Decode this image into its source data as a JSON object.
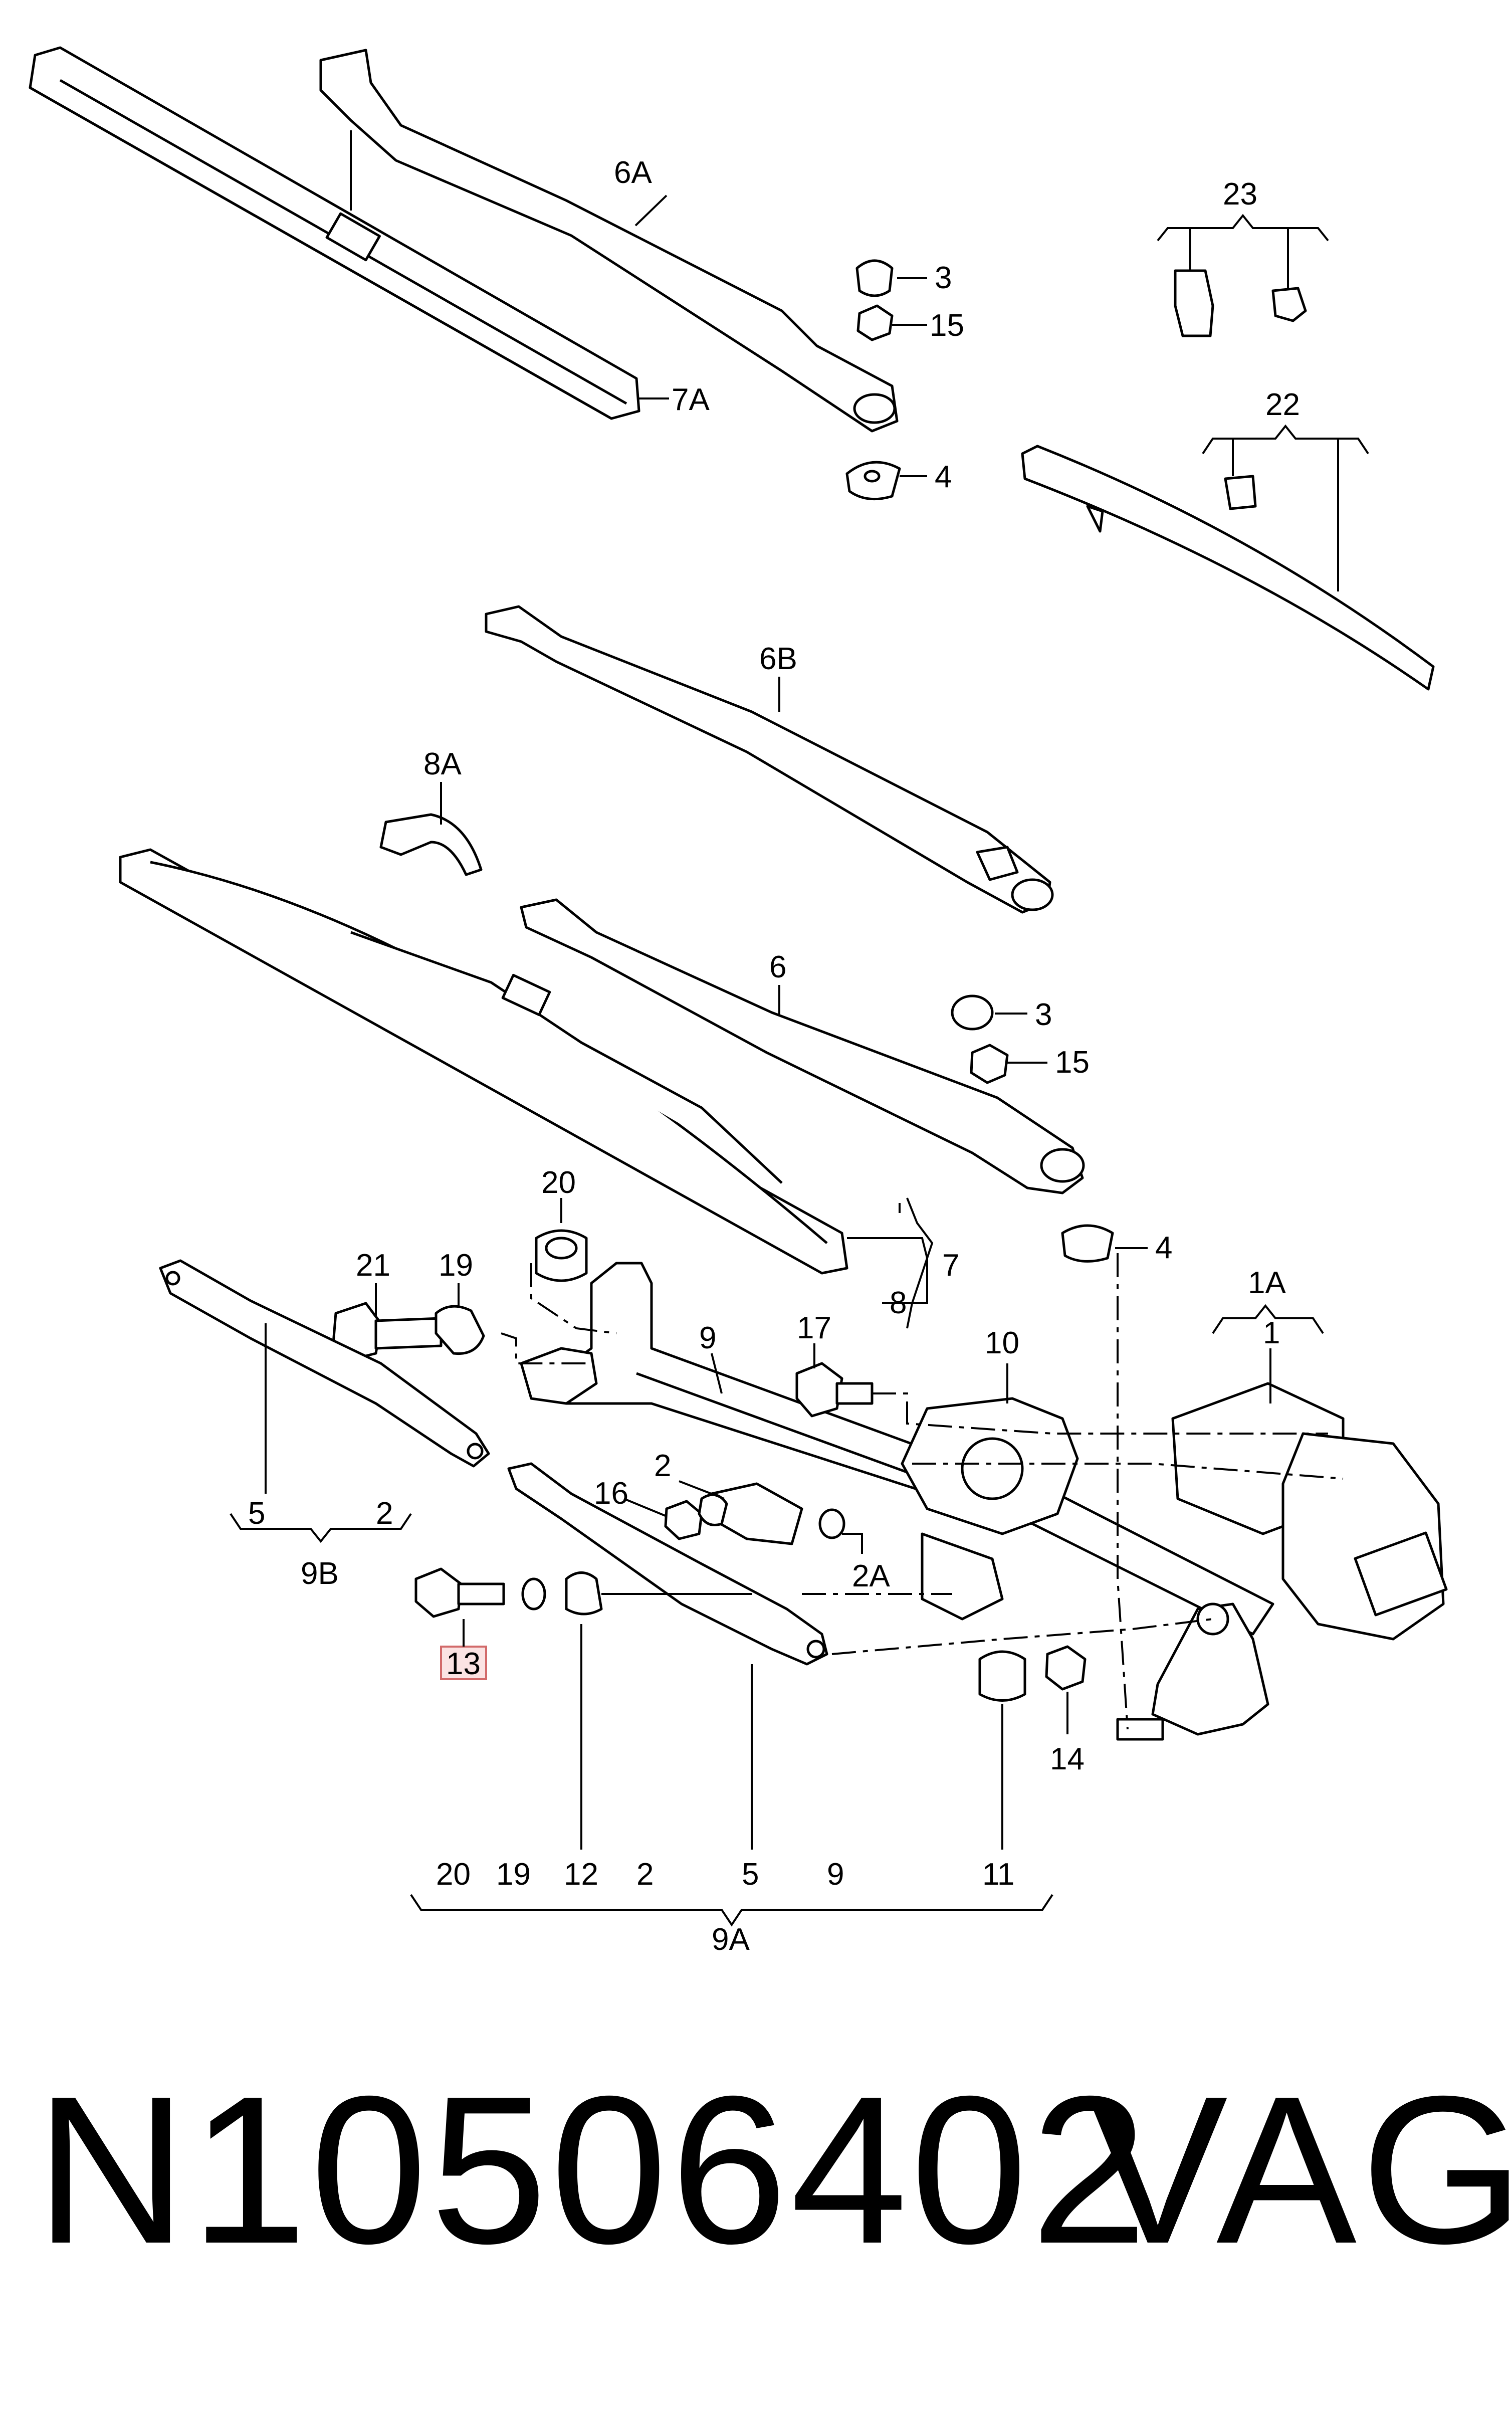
{
  "callouts": {
    "c6A": "6A",
    "c3a": "3",
    "c15a": "15",
    "c7A": "7A",
    "c4a": "4",
    "c23": "23",
    "c22": "22",
    "c6B": "6B",
    "c8A": "8A",
    "c6": "6",
    "c3b": "3",
    "c15b": "15",
    "c4b": "4",
    "c20a": "20",
    "c21": "21",
    "c19a": "19",
    "c7": "7",
    "c8": "8",
    "c1A": "1A",
    "c1": "1",
    "c9": "9",
    "c17": "17",
    "c10": "10",
    "c2a": "2",
    "c16": "16",
    "c2A": "2A",
    "c5a": "5",
    "c2b": "2",
    "c9B": "9B",
    "c13": "13",
    "c14": "14",
    "c20b": "20",
    "c19b": "19",
    "c12": "12",
    "c2c": "2",
    "c5b": "5",
    "c9b": "9",
    "c11": "11",
    "c9A": "9A"
  },
  "footer": {
    "part_number": "N10506402",
    "brand": "VAG"
  },
  "highlight_color": "#d26a6a"
}
